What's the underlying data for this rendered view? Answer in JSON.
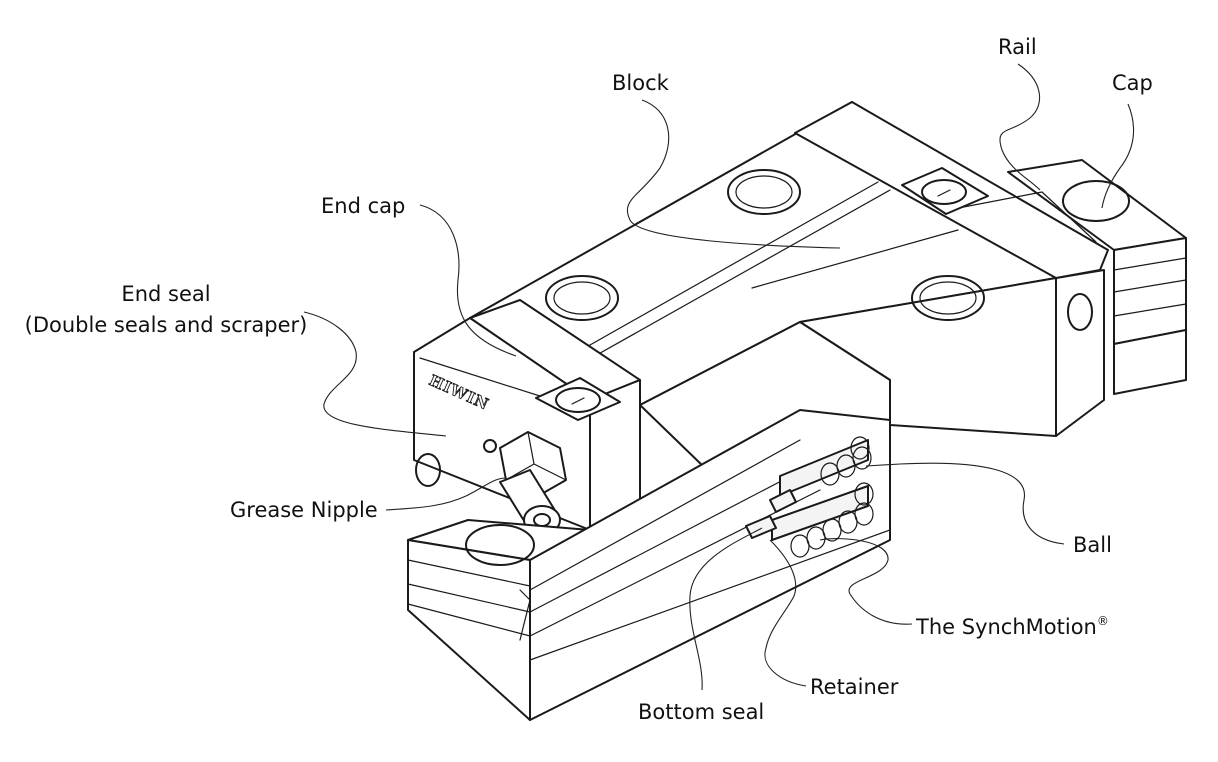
{
  "brand_mark": "HIWIN",
  "labels": {
    "rail": "Rail",
    "cap": "Cap",
    "block": "Block",
    "end_cap": "End cap",
    "end_seal": "End seal",
    "end_seal_detail": "(Double seals and scraper)",
    "grease_nipple": "Grease Nipple",
    "ball": "Ball",
    "synchmotion": "The SynchMotion",
    "synchmotion_mark": "®",
    "retainer": "Retainer",
    "bottom_seal": "Bottom seal"
  }
}
